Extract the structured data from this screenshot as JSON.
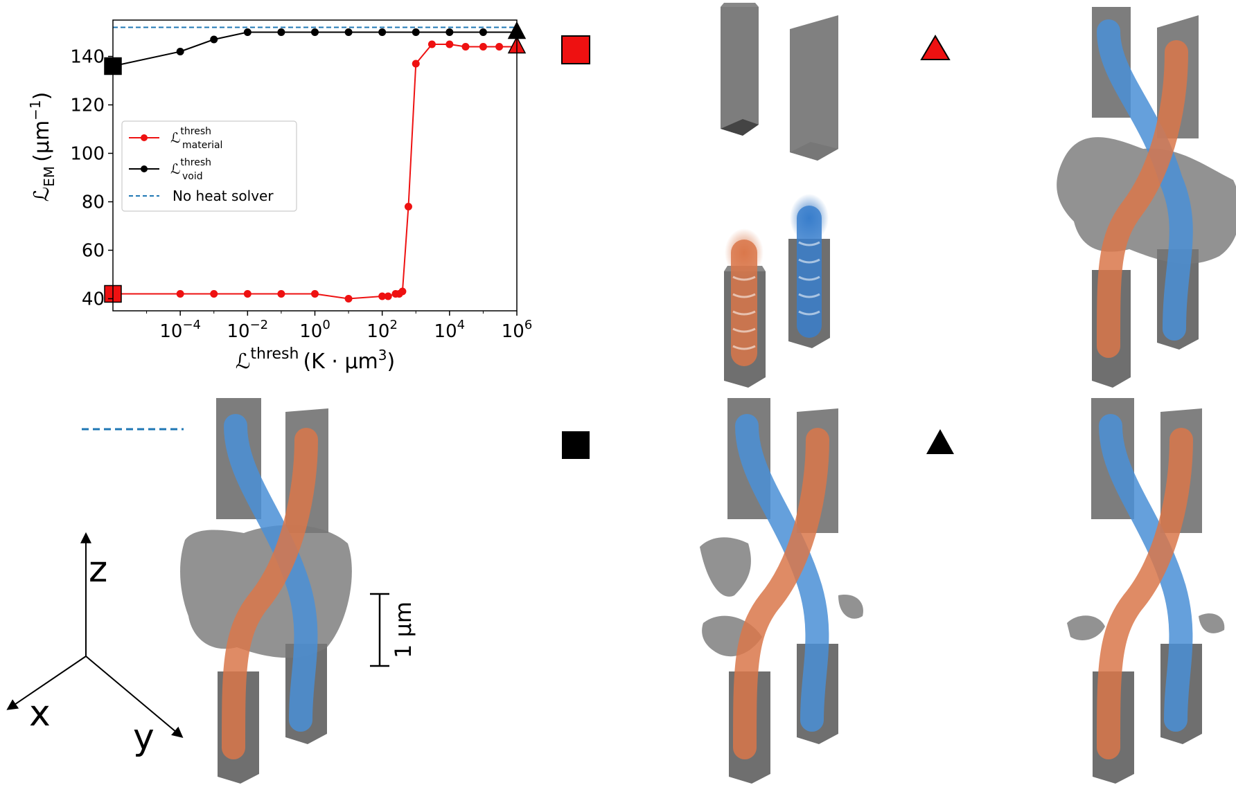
{
  "chart_data": {
    "type": "line",
    "xscale": "log",
    "xlim": [
      1e-06,
      1000000.0
    ],
    "ylim": [
      35,
      155
    ],
    "xlabel": {
      "main": "ℒ",
      "sup": "thresh",
      "units": "(K · µm",
      "units_sup": "3",
      "close": ")"
    },
    "ylabel": {
      "main": "ℒ",
      "sub": "EM",
      "units": "(µm",
      "units_sup": "−1",
      "close": ")"
    },
    "yticks": [
      40,
      60,
      80,
      100,
      120,
      140
    ],
    "xticks": [
      {
        "value": 0.0001,
        "base": "10",
        "exp": "−4"
      },
      {
        "value": 0.01,
        "base": "10",
        "exp": "−2"
      },
      {
        "value": 1.0,
        "base": "10",
        "exp": "0"
      },
      {
        "value": 100.0,
        "base": "10",
        "exp": "2"
      },
      {
        "value": 10000.0,
        "base": "10",
        "exp": "4"
      },
      {
        "value": 1000000.0,
        "base": "10",
        "exp": "6"
      }
    ],
    "series": [
      {
        "name": {
          "main": "ℒ",
          "sup": "thresh",
          "sub": "material"
        },
        "color": "#ee1111",
        "x": [
          1e-06,
          0.0001,
          0.001,
          0.01,
          0.1,
          1.0,
          10.0,
          100.0,
          150.0,
          250.0,
          320.0,
          400.0,
          600.0,
          1000.0,
          3000.0,
          10000.0,
          30000.0,
          100000.0,
          300000.0,
          1000000.0
        ],
        "y": [
          42,
          42,
          42,
          42,
          42,
          42,
          40,
          41,
          41,
          42,
          42,
          43,
          78,
          137,
          145,
          145,
          144,
          144,
          144,
          144
        ]
      },
      {
        "name": {
          "main": "ℒ",
          "sup": "thresh",
          "sub": "void"
        },
        "color": "#000000",
        "x": [
          1e-06,
          0.0001,
          0.001,
          0.01,
          0.1,
          1.0,
          10.0,
          100.0,
          1000.0,
          10000.0,
          100000.0,
          1000000.0
        ],
        "y": [
          136,
          142,
          147,
          150,
          150,
          150,
          150,
          150,
          150,
          150,
          150,
          150
        ]
      }
    ],
    "reference": {
      "name": "No heat solver",
      "color": "#1f77b4",
      "y": 152
    },
    "markers": [
      {
        "shape": "square",
        "color": "#ee1111",
        "x": 1e-06,
        "y": 42
      },
      {
        "shape": "square",
        "color": "#000000",
        "x": 1e-06,
        "y": 136
      },
      {
        "shape": "triangle",
        "color": "#ee1111",
        "x": 1000000.0,
        "y": 144
      },
      {
        "shape": "triangle",
        "color": "#000000",
        "x": 1000000.0,
        "y": 150
      }
    ],
    "legend_placement": "center-left"
  },
  "axes_glyph": {
    "z": "z",
    "x": "x",
    "y": "y"
  },
  "scale_bar": {
    "label": "1 µm"
  }
}
